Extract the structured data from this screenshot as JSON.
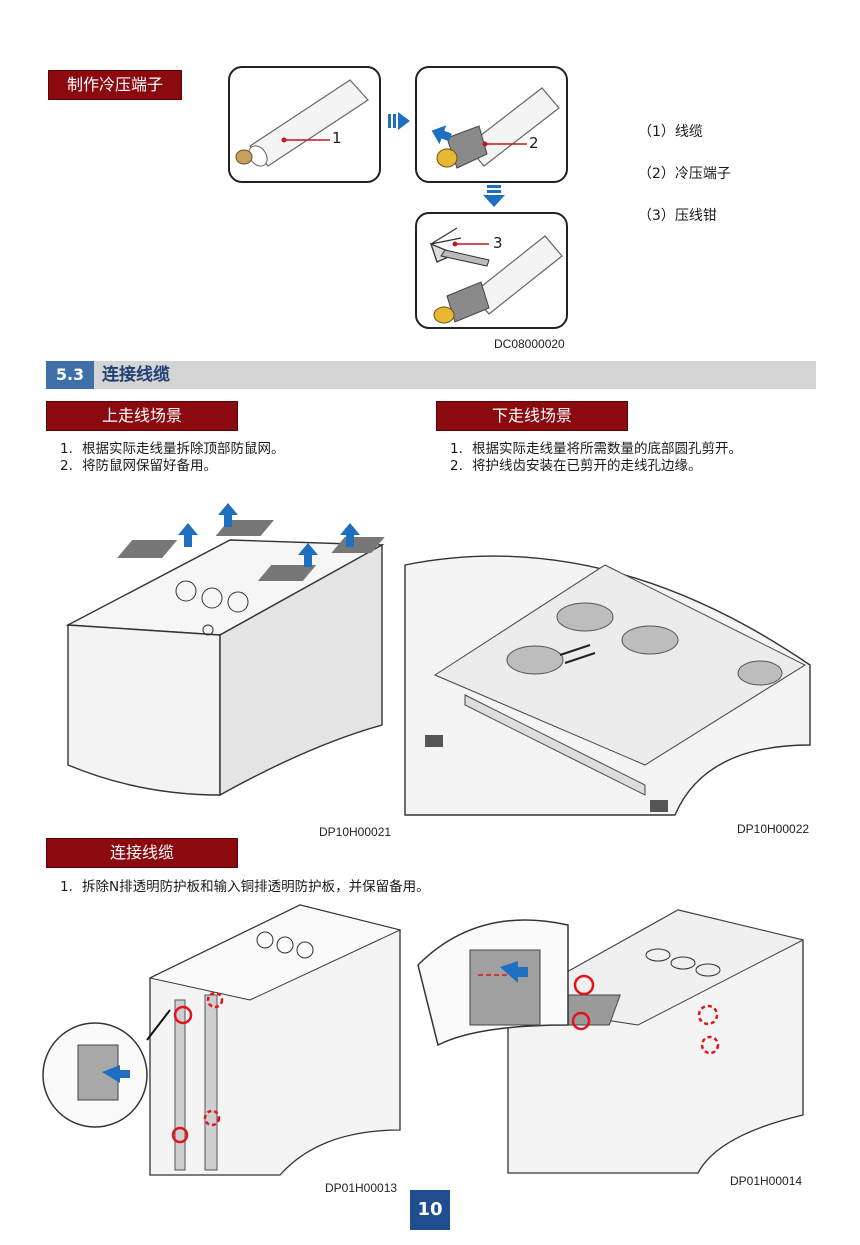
{
  "crimp_section": {
    "tag": "制作冷压端子",
    "callouts": [
      "1",
      "2",
      "3"
    ],
    "legend": [
      "（1）线缆",
      "（2）冷压端子",
      "（3）压线钳"
    ],
    "figure_code": "DC08000020"
  },
  "section": {
    "number": "5.3",
    "title": "连接线缆"
  },
  "top_routing": {
    "tag": "上走线场景",
    "steps": [
      {
        "num": "1.",
        "text": "根据实际走线量拆除顶部防鼠网。"
      },
      {
        "num": "2.",
        "text": "将防鼠网保留好备用。"
      }
    ],
    "figure_code": "DP10H00021"
  },
  "bottom_routing": {
    "tag": "下走线场景",
    "steps": [
      {
        "num": "1.",
        "text": "根据实际走线量将所需数量的底部圆孔剪开。"
      },
      {
        "num": "2.",
        "text": "将护线齿安装在已剪开的走线孔边缘。"
      }
    ],
    "figure_code": "DP10H00022"
  },
  "connect_cables": {
    "tag": "连接线缆",
    "steps": [
      {
        "num": "1.",
        "text": "拆除N排透明防护板和输入铜排透明防护板，并保留备用。"
      }
    ],
    "figure_codes": [
      "DP01H00013",
      "DP01H00014"
    ]
  },
  "page_number": "10",
  "colors": {
    "tag_red": "#8b0a10",
    "section_blue": "#3f6fa8",
    "arrow_blue": "#1f6fc0",
    "page_blue": "#1f4d8f"
  },
  "icons": [
    "right-arrow-icon",
    "down-arrow-icon",
    "up-arrow-icon",
    "crimp-tool-icon"
  ]
}
